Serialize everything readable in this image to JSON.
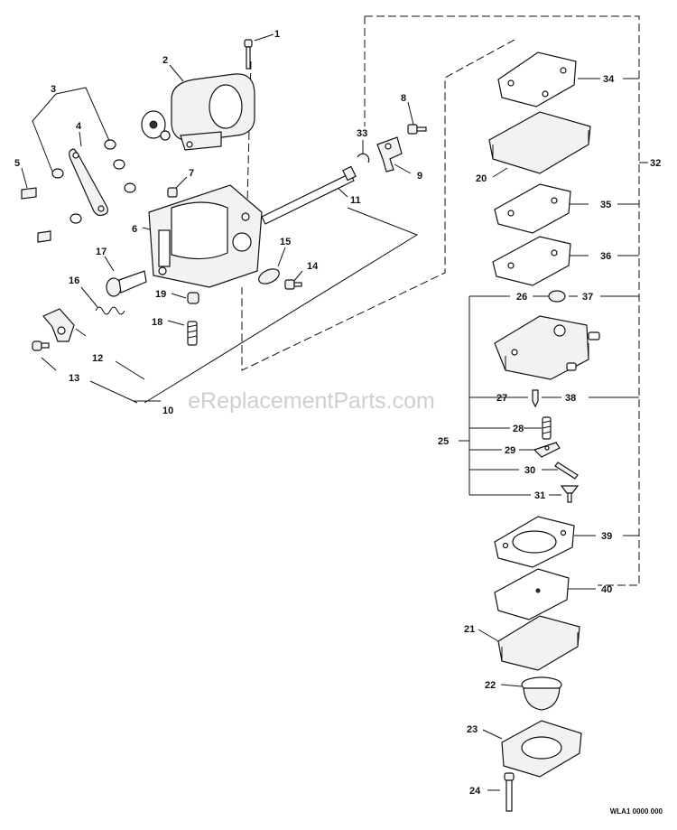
{
  "callouts": {
    "c1": "1",
    "c2": "2",
    "c3": "3",
    "c4": "4",
    "c5": "5",
    "c6": "6",
    "c7": "7",
    "c8": "8",
    "c9": "9",
    "c10": "10",
    "c11": "11",
    "c12": "12",
    "c13": "13",
    "c14": "14",
    "c15": "15",
    "c16": "16",
    "c17": "17",
    "c18": "18",
    "c19": "19",
    "c20": "20",
    "c21": "21",
    "c22": "22",
    "c23": "23",
    "c24": "24",
    "c25": "25",
    "c26": "26",
    "c27": "27",
    "c28": "28",
    "c29": "29",
    "c30": "30",
    "c31": "31",
    "c32": "32",
    "c33": "33",
    "c34": "34",
    "c35": "35",
    "c36": "36",
    "c37": "37",
    "c38": "38",
    "c39": "39",
    "c40": "40"
  },
  "watermark": "eReplacementParts.com",
  "diagram_code": "WLA1 0000 000"
}
